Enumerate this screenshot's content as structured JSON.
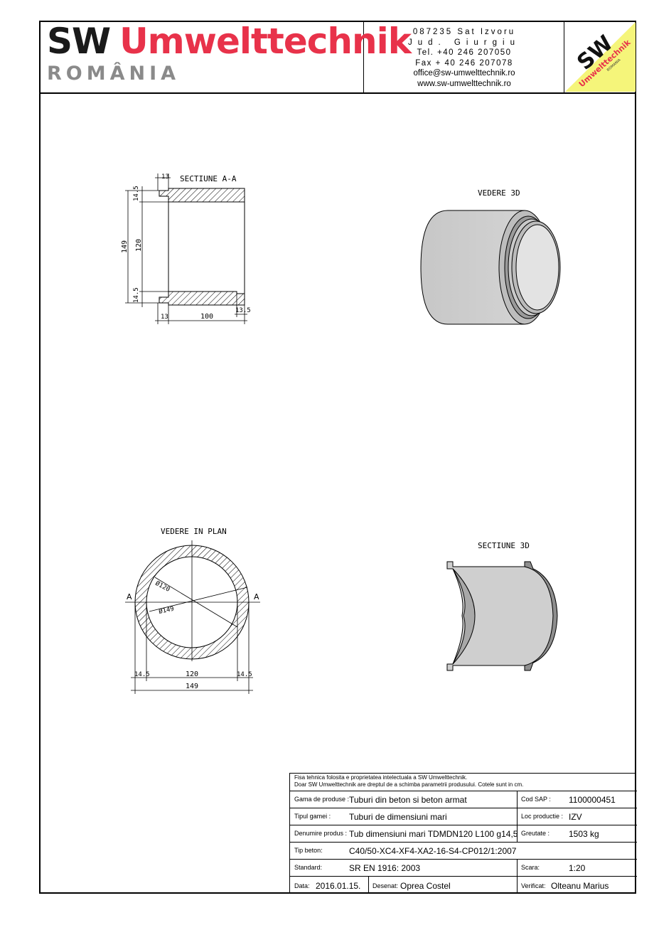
{
  "header": {
    "logo_sw": "SW",
    "logo_umwelt": "Umwelttechnik",
    "logo_romania": "ROMÂNIA",
    "address": [
      "087235 Sat Izvoru",
      "Jud. Giurgiu",
      "Tel. +40 246 207050",
      "Fax + 40 246 207078",
      "office@sw-umwelttechnik.ro",
      "www.sw-umwelttechnik.ro"
    ],
    "badge_sw": "SW",
    "badge_umwelt": "Umwelttechnik",
    "badge_romania": "ROMANIA",
    "badge_color": "#f5f57a",
    "brand_red": "#e8324a"
  },
  "drawings": {
    "section_aa": {
      "title": "SECTIUNE   A-A",
      "dims": {
        "top_width": "13",
        "top_thick": "14.5",
        "outer_dia": "149",
        "inner_dia": "120",
        "bottom_thick": "14.5",
        "left_len": "13",
        "length": "100",
        "right_len": "13.5"
      }
    },
    "view_3d": {
      "title": "VEDERE 3D"
    },
    "plan_view": {
      "title": "VEDERE IN PLAN",
      "section_mark": "A",
      "dims": {
        "inner": "Ø120",
        "outer": "Ø149",
        "left_wall": "14.5",
        "inner_width": "120",
        "right_wall": "14.5",
        "total": "149"
      }
    },
    "section_3d": {
      "title": "SECTIUNE 3D"
    }
  },
  "title_block": {
    "note_1": "Fisa tehnica folosita e proprietatea intelectuala a SW Umwelttechnik.",
    "note_2": "Doar SW Umwelttechnik are dreptul de a schimba parametrii produsului. Cotele sunt in cm.",
    "gama_label": "Gama de produse :",
    "gama_value": "Tuburi din beton si beton armat",
    "cod_label": "Cod SAP :",
    "cod_value": "1100000451",
    "tip_label": "Tipul gamei :",
    "tip_value": "Tuburi de dimensiuni mari",
    "loc_label": "Loc productie :",
    "loc_value": "IZV",
    "den_label": "Denumire produs :",
    "den_value": "Tub dimensiuni mari TDMDN120 L100 g14,5",
    "greutate_label": "Greutate :",
    "greutate_value": "1503 kg",
    "beton_label": "Tip beton:",
    "beton_value": "C40/50-XC4-XF4-XA2-16-S4-CP012/1:2007",
    "standard_label": "Standard:",
    "standard_value": "SR EN 1916: 2003",
    "scara_label": "Scara:",
    "scara_value": "1:20",
    "data_label": "Data:",
    "data_value": "2016.01.15.",
    "desenat_label": "Desenat:",
    "desenat_value": "Oprea Costel",
    "verificat_label": "Verificat:",
    "verificat_value": "Olteanu Marius"
  }
}
